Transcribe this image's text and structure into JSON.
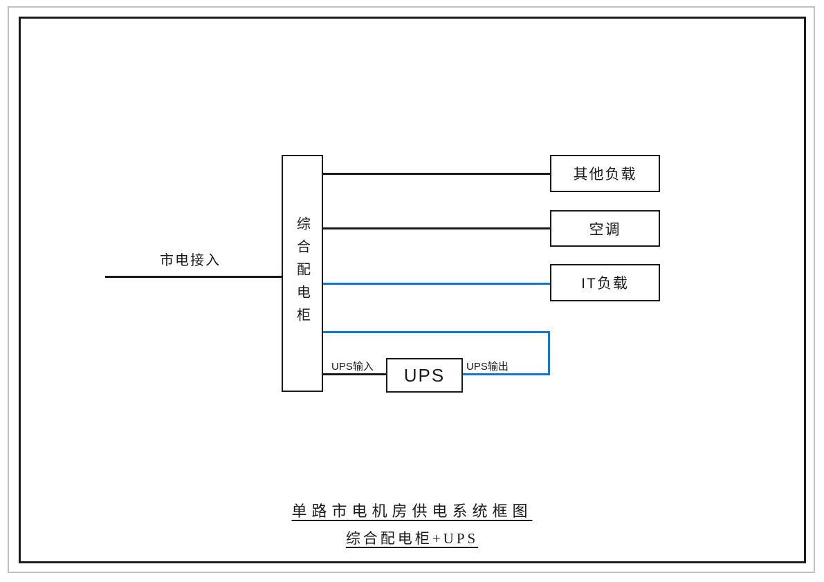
{
  "colors": {
    "line_black": "#1a1a1a",
    "line_blue": "#0a78d4",
    "frame_gray": "#c0c0c0"
  },
  "mains": {
    "label": "市电接入"
  },
  "cabinet": {
    "label": "综合配电柜"
  },
  "loads": [
    {
      "label": "其他负载"
    },
    {
      "label": "空调"
    },
    {
      "label": "IT负载"
    }
  ],
  "ups": {
    "label": "UPS",
    "input_label": "UPS输入",
    "output_label": "UPS输出"
  },
  "titles": {
    "main": "单路市电机房供电系统框图",
    "sub": "综合配电柜+UPS"
  }
}
